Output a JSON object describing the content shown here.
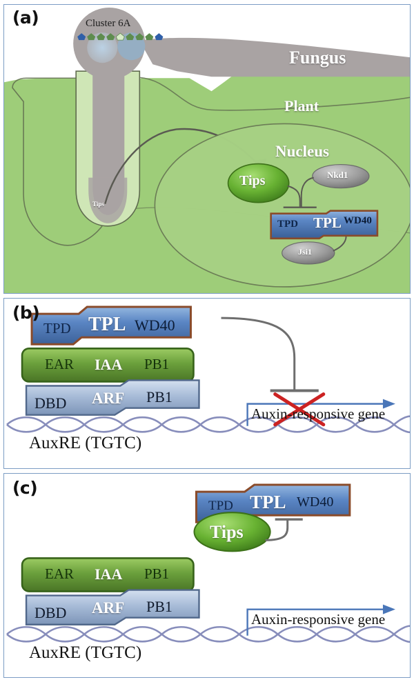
{
  "figure": {
    "panels": [
      "(a)",
      "(b)",
      "(c)"
    ]
  },
  "panel_a": {
    "label": "(a)",
    "cluster_label": "Cluster 6A",
    "fungus_label": "Fungus",
    "plant_label": "Plant",
    "nucleus_label": "Nucleus",
    "tips_haustorium_label": "Tips",
    "tips_nucleus_label": "Tips",
    "nkd1_label": "Nkd1",
    "jsi1_label": "Jsi1",
    "tpl": {
      "left": "TPD",
      "center": "TPL",
      "right": "WD40"
    },
    "gene_arrows": [
      {
        "color": "#2f5fa8",
        "type": "blue"
      },
      {
        "color": "#5e8c4e",
        "type": "green"
      },
      {
        "color": "#5e8c4e",
        "type": "green"
      },
      {
        "color": "#5e8c4e",
        "type": "green"
      },
      {
        "color": "#d8ecc8",
        "type": "pale"
      },
      {
        "color": "#5e8c4e",
        "type": "green"
      },
      {
        "color": "#5e8c4e",
        "type": "green"
      },
      {
        "color": "#5e8c4e",
        "type": "green"
      },
      {
        "color": "#2f5fa8",
        "type": "blue"
      }
    ]
  },
  "panel_b": {
    "label": "(b)",
    "tpl": {
      "left": "TPD",
      "center": "TPL",
      "right": "WD40"
    },
    "iaa": {
      "left": "EAR",
      "center": "IAA",
      "right": "PB1"
    },
    "arf": {
      "left": "DBD",
      "center": "ARF",
      "right": "PB1"
    },
    "auxre_label": "AuxRE (TGTC)",
    "gene_label": "Auxin-responsive gene",
    "repressed": true
  },
  "panel_c": {
    "label": "(c)",
    "tpl": {
      "left": "TPD",
      "center": "TPL",
      "right": "WD40"
    },
    "tips_label": "Tips",
    "iaa": {
      "left": "EAR",
      "center": "IAA",
      "right": "PB1"
    },
    "arf": {
      "left": "DBD",
      "center": "ARF",
      "right": "PB1"
    },
    "auxre_label": "AuxRE (TGTC)",
    "gene_label": "Auxin-responsive gene",
    "repressed": false
  },
  "colors": {
    "panel_border": "#7b9cc4",
    "fungus_gray": "#a9a3a3",
    "plant_green": "#9ecd79",
    "plant_light_green": "#cfe6b6",
    "nucleus_green": "#a7d184",
    "tpl_blue": "#5b86c4",
    "tpl_edge": "#8a4b2a",
    "iaa_green": "#6ba03c",
    "arf_blue": "#a8bcd8",
    "tips_green": "#67b032",
    "ellipse_gray": "#9a9a9a",
    "dna_purple": "#8187b8",
    "gene_arrow_blue": "#4a76b8",
    "x_red": "#cc2222",
    "connector_gray": "#6e6e6e"
  }
}
